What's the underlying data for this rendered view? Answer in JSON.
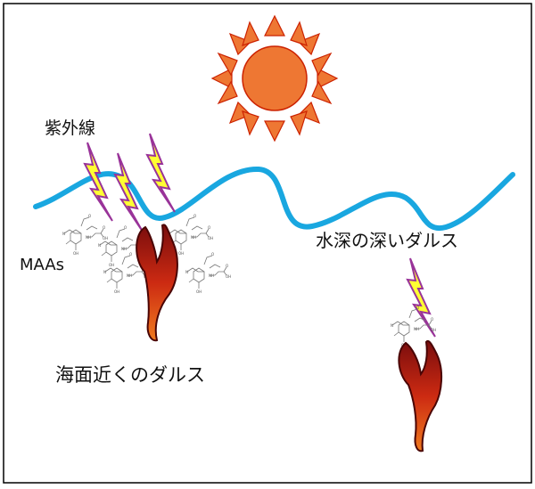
{
  "labels": {
    "uv": "紫外線",
    "maas": "MAAs",
    "deep_dulse": "水深の深いダルス",
    "shallow_dulse": "海面近くのダルス"
  },
  "colors": {
    "sun_fill": "#ee7733",
    "sun_stroke": "#cc2200",
    "sun_ray_fill": "#ee7733",
    "wave": "#19a7e0",
    "lightning_fill": "#ffff33",
    "lightning_stroke": "#993399",
    "seaweed_dark": "#7a0d0d",
    "seaweed_mid": "#cc2a12",
    "seaweed_light": "#f07a1e",
    "molecule": "#777777",
    "border": "#000000"
  },
  "icons": {
    "sun": "sun-icon",
    "uv_bolt": "lightning-bolt-icon",
    "alga": "red-alga-dulse-icon",
    "molecule": "maa-molecule-structure-icon"
  }
}
